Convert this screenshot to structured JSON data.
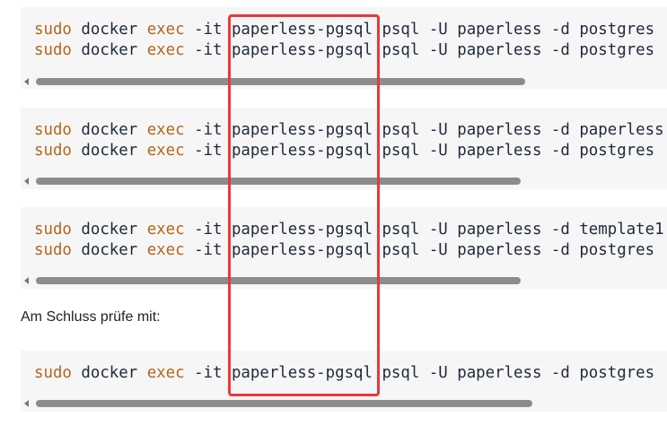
{
  "blocks": [
    {
      "lines": [
        {
          "cmd": "sudo",
          "bin": "docker",
          "sub": "exec",
          "rest": "-it paperless-pgsql psql -U paperless -d postgres"
        },
        {
          "cmd": "sudo",
          "bin": "docker",
          "sub": "exec",
          "rest": "-it paperless-pgsql psql -U paperless -d postgres"
        }
      ]
    },
    {
      "lines": [
        {
          "cmd": "sudo",
          "bin": "docker",
          "sub": "exec",
          "rest": "-it paperless-pgsql psql -U paperless -d paperless"
        },
        {
          "cmd": "sudo",
          "bin": "docker",
          "sub": "exec",
          "rest": "-it paperless-pgsql psql -U paperless -d postgres"
        }
      ]
    },
    {
      "lines": [
        {
          "cmd": "sudo",
          "bin": "docker",
          "sub": "exec",
          "rest": "-it paperless-pgsql psql -U paperless -d template1"
        },
        {
          "cmd": "sudo",
          "bin": "docker",
          "sub": "exec",
          "rest": "-it paperless-pgsql psql -U paperless -d postgres"
        }
      ]
    },
    {
      "lines": [
        {
          "cmd": "sudo",
          "bin": "docker",
          "sub": "exec",
          "rest": "-it paperless-pgsql psql -U paperless -d postgres"
        }
      ]
    }
  ],
  "paragraph": "Am Schluss prüfe mit:",
  "colors": {
    "keyword": "#b5651d",
    "highlight": "#e8393b",
    "code_bg": "#f6f6f6"
  }
}
